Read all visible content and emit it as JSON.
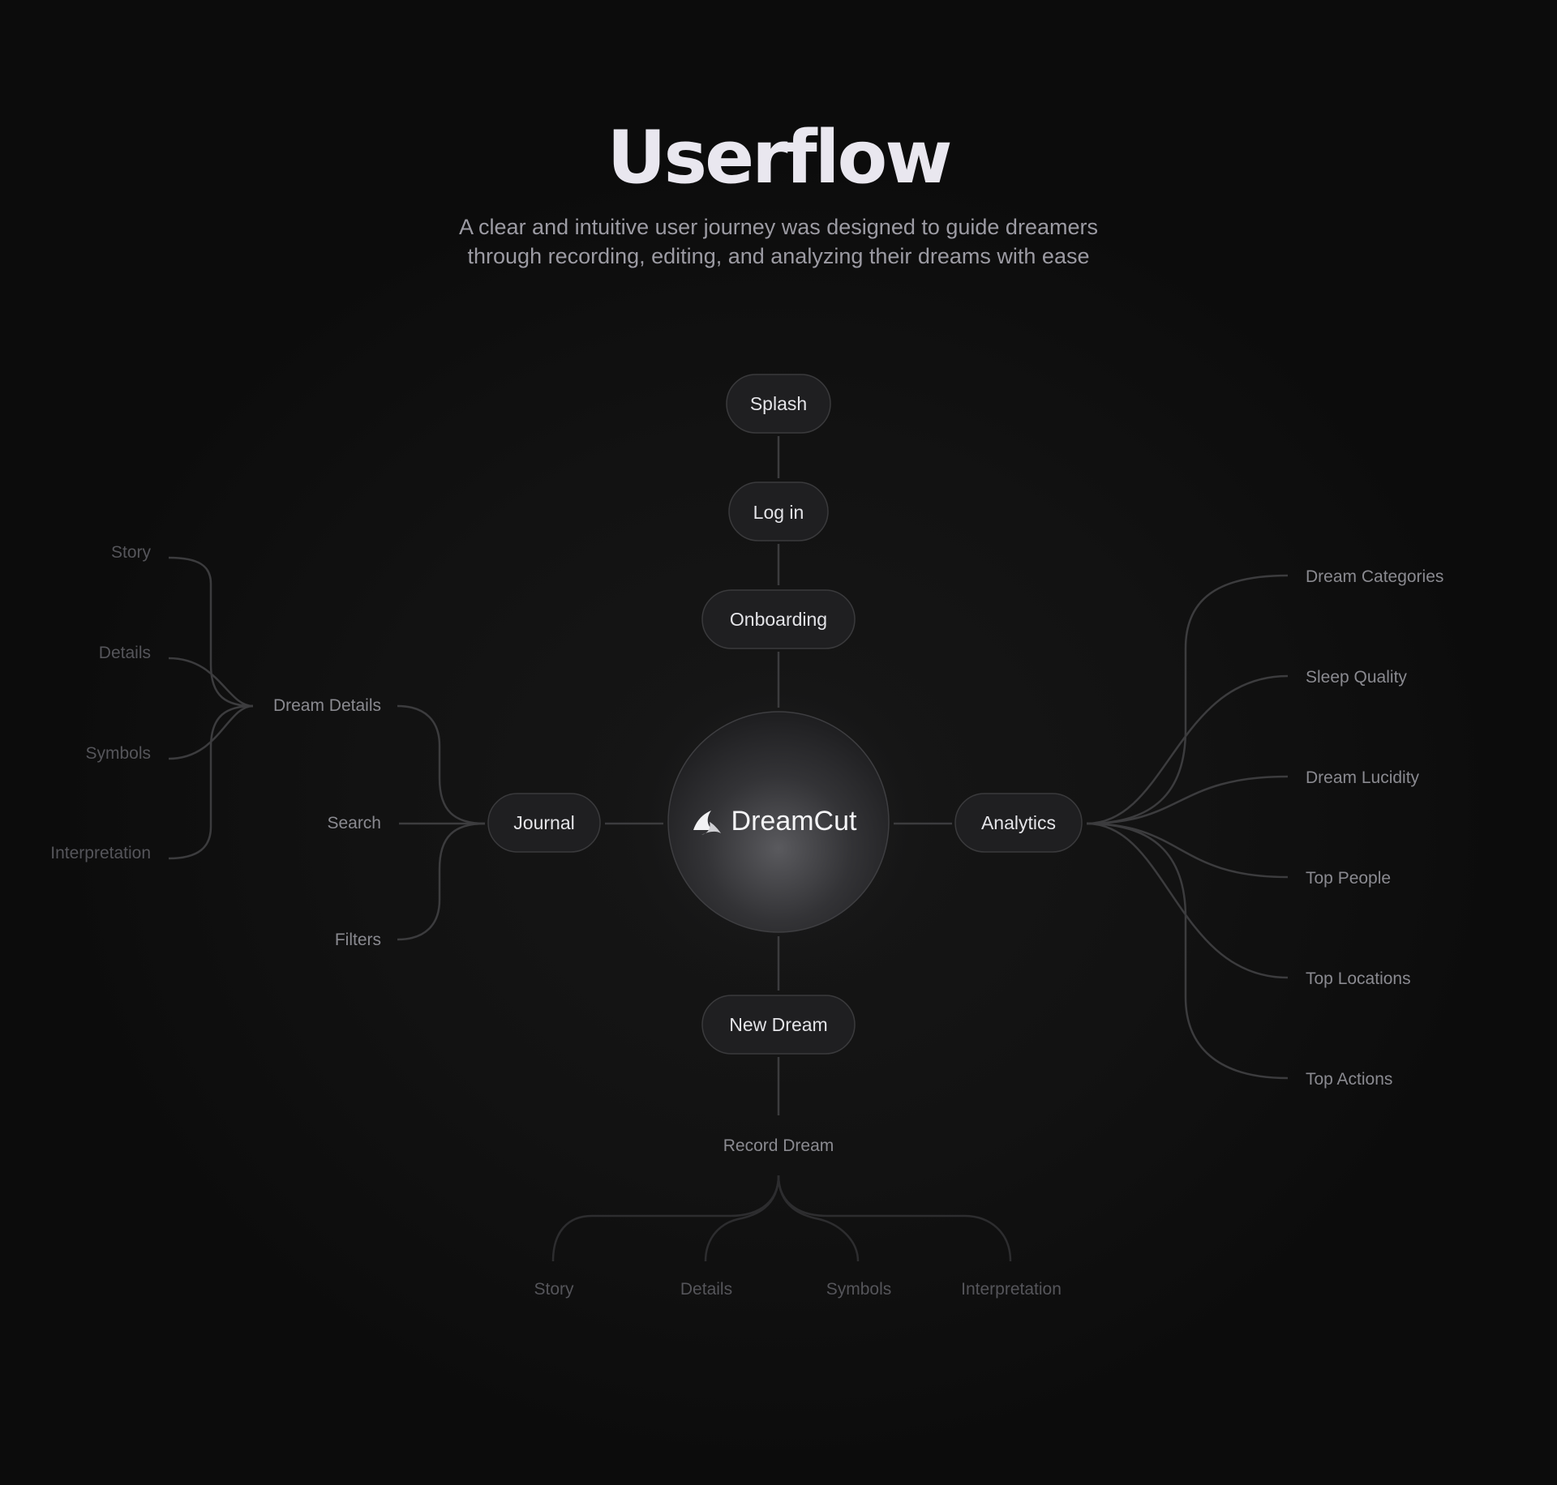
{
  "header": {
    "title": "Userflow",
    "subtitle_line1": "A clear and intuitive user journey was designed to guide dreamers",
    "subtitle_line2": "through recording, editing, and analyzing their dreams with ease"
  },
  "hub": {
    "label": "DreamCut",
    "icon": "dreamcut-logo-icon"
  },
  "main_nodes": {
    "splash": "Splash",
    "login": "Log in",
    "onboarding": "Onboarding",
    "journal": "Journal",
    "analytics": "Analytics",
    "new_dream": "New Dream"
  },
  "journal_branch": {
    "dream_details": "Dream Details",
    "search": "Search",
    "filters": "Filters",
    "details_children": [
      "Story",
      "Details",
      "Symbols",
      "Interpretation"
    ]
  },
  "analytics_branch": {
    "children": [
      "Dream Categories",
      "Sleep Quality",
      "Dream Lucidity",
      "Top People",
      "Top Locations",
      "Top Actions"
    ]
  },
  "new_dream_branch": {
    "record_dream": "Record Dream",
    "children": [
      "Story",
      "Details",
      "Symbols",
      "Interpretation"
    ]
  },
  "colors": {
    "background": "#0c0c0c",
    "title": "#e9e7ef",
    "subtitle": "#9c9ba3",
    "connector": "#3c3c3e",
    "node_fill": "#1f1f21"
  }
}
